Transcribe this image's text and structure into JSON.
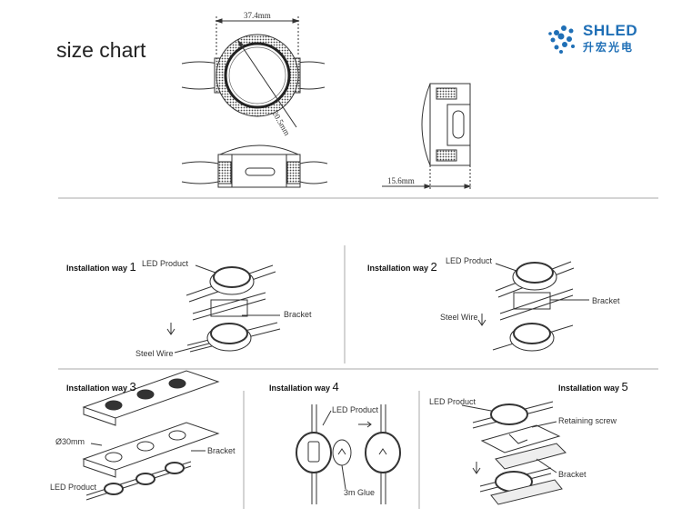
{
  "header": {
    "title": "size chart",
    "logo": {
      "brand": "SHLED",
      "subtitle": "升宏光电"
    }
  },
  "dimensions": {
    "width": "37.4mm",
    "height": "20.5mm",
    "depth": "15.6mm"
  },
  "installations": [
    {
      "label": "Installation way",
      "num": "1",
      "callouts": [
        "LED Product",
        "Bracket",
        "Steel Wire"
      ]
    },
    {
      "label": "Installation way",
      "num": "2",
      "callouts": [
        "LED Product",
        "Bracket",
        "Steel Wire"
      ]
    },
    {
      "label": "Installation way",
      "num": "3",
      "callouts": [
        "Ø30mm",
        "Bracket",
        "LED Product"
      ]
    },
    {
      "label": "Installation way",
      "num": "4",
      "callouts": [
        "LED Product",
        "3m Glue"
      ]
    },
    {
      "label": "Installation way",
      "num": "5",
      "callouts": [
        "LED Product",
        "Retaining screw",
        "Bracket"
      ]
    }
  ],
  "colors": {
    "brand": "#1f6fb6",
    "line": "#333333"
  }
}
